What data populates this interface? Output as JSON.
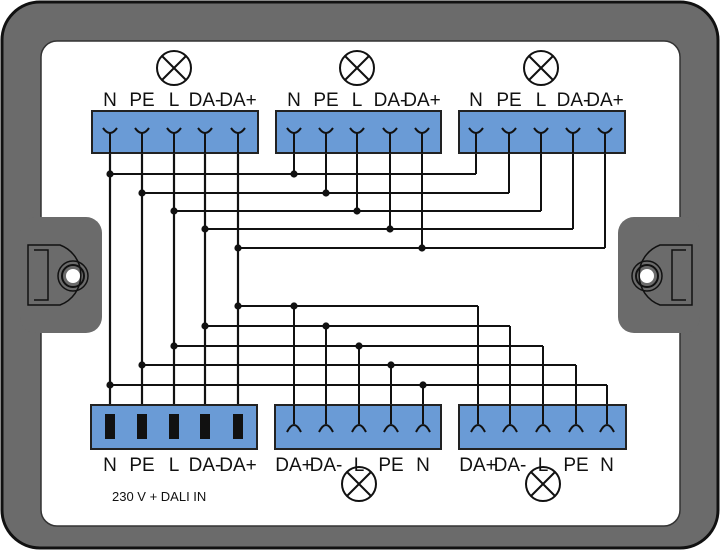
{
  "title": "Distribution box wiring: 230 V + DALI",
  "input_caption": "230 V + DALI IN",
  "colors": {
    "housing": "#6b6b6b",
    "terminal": "#6a9bd6",
    "wire": "#111111",
    "panel": "#ffffff"
  },
  "top_blocks": [
    {
      "name": "output-1",
      "pins": [
        "N",
        "PE",
        "L",
        "DA-",
        "DA+"
      ]
    },
    {
      "name": "output-2",
      "pins": [
        "N",
        "PE",
        "L",
        "DA-",
        "DA+"
      ]
    },
    {
      "name": "output-3",
      "pins": [
        "N",
        "PE",
        "L",
        "DA-",
        "DA+"
      ]
    }
  ],
  "bottom_blocks": [
    {
      "name": "input",
      "pins": [
        "N",
        "PE",
        "L",
        "DA-",
        "DA+"
      ]
    },
    {
      "name": "output-4",
      "pins": [
        "DA+",
        "DA-",
        "L",
        "PE",
        "N"
      ]
    },
    {
      "name": "output-5",
      "pins": [
        "DA+",
        "DA-",
        "L",
        "PE",
        "N"
      ]
    }
  ],
  "lamp_icon": "lamp-symbol"
}
